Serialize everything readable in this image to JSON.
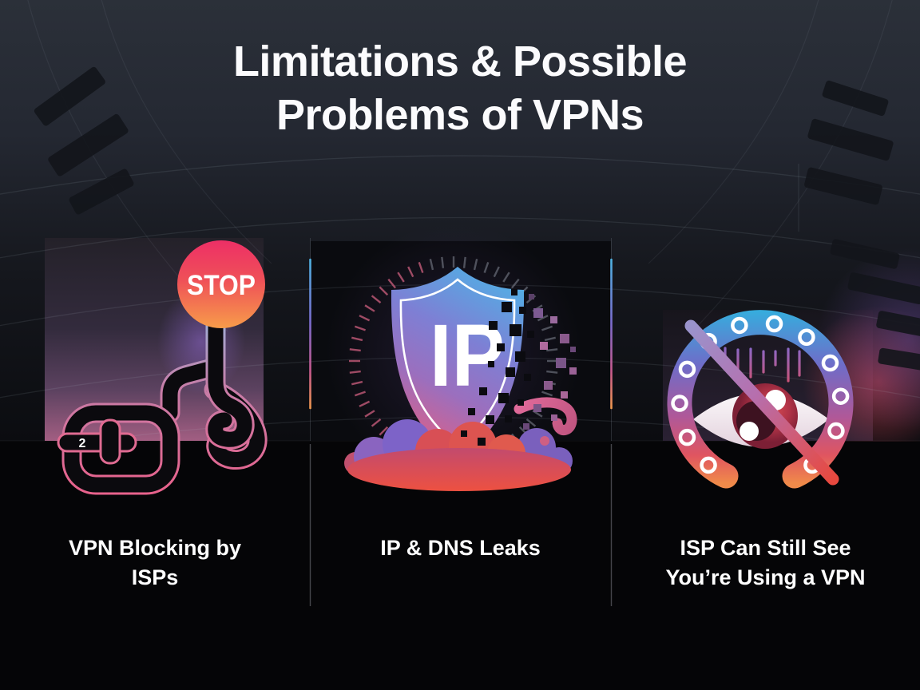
{
  "title": {
    "line1": "Limitations & Possible",
    "line2": "Problems of VPNs"
  },
  "sections": [
    {
      "icon": "stop-sign-tangled-cable-icon",
      "sign_label": "STOP",
      "plug_label": "2",
      "caption_line1": "VPN Blocking by",
      "caption_line2": "ISPs"
    },
    {
      "icon": "ip-shield-leak-icon",
      "shield_label": "IP",
      "caption_line1": "IP & DNS Leaks",
      "caption_line2": ""
    },
    {
      "icon": "crossed-out-eye-gauge-icon",
      "caption_line1": "ISP Can Still See",
      "caption_line2": "You’re Using a VPN"
    }
  ],
  "colors": {
    "background_top": "#2b3039",
    "background_bottom": "#050507",
    "stop_pink": "#ed2f66",
    "stop_orange": "#f79c4a",
    "cable_outline_pink": "#e8628c",
    "cable_outline_blue": "#9fb0d8",
    "shield_blue": "#49b8e8",
    "shield_purple": "#7e7fd4",
    "shield_pink": "#ef6a70",
    "puddle_red": "#ee5140",
    "puddle_purple": "#8a64c0",
    "arc_blue": "#35aede",
    "arc_orange": "#f08a4a",
    "slash_red": "#e8493f",
    "slash_purple": "#9a93cc",
    "text_white": "#ffffff"
  }
}
